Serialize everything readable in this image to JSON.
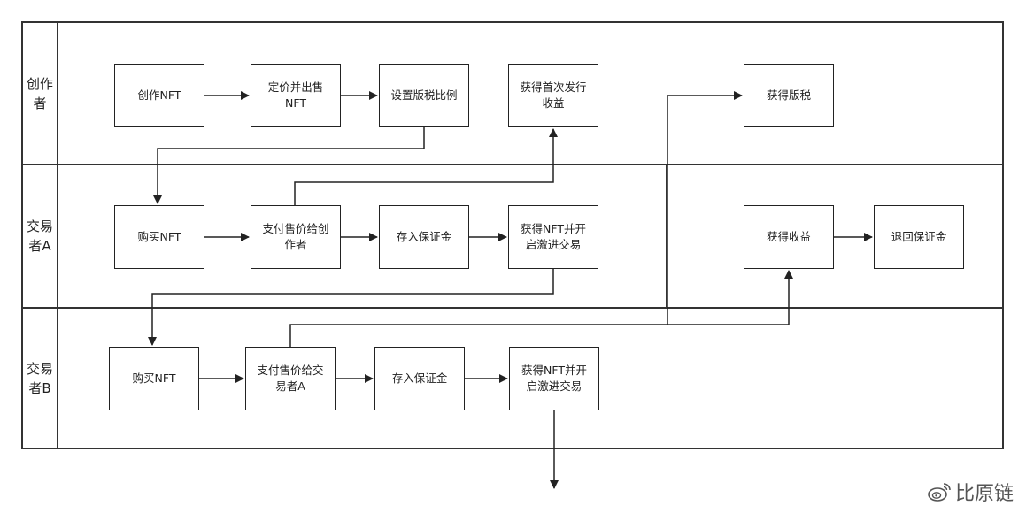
{
  "lanes": [
    {
      "label": "创作者"
    },
    {
      "label": "交易者A"
    },
    {
      "label": "交易者B"
    }
  ],
  "nodes": {
    "create_nft": "创作NFT",
    "price_sell": "定价并出售NFT",
    "set_royalty": "设置版税比例",
    "first_income": "获得首次发行收益",
    "get_royalty": "获得版税",
    "a_buy": "购买NFT",
    "a_pay": "支付售价给创作者",
    "a_deposit": "存入保证金",
    "a_get_nft": "获得NFT并开启激进交易",
    "a_income": "获得收益",
    "a_refund": "退回保证金",
    "b_buy": "购买NFT",
    "b_pay": "支付售价给交易者A",
    "b_deposit": "存入保证金",
    "b_get_nft": "获得NFT并开启激进交易"
  },
  "watermark": {
    "text": "比原链",
    "icon": "weibo-icon"
  }
}
